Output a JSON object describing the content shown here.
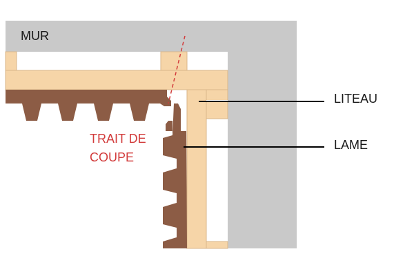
{
  "labels": {
    "wall": "MUR",
    "batten": "LITEAU",
    "board": "LAME",
    "cut_line_1": "TRAIT DE",
    "cut_line_2": "COUPE"
  },
  "colors": {
    "wall": "#c9c9c9",
    "batten": "#f6d5a8",
    "batten_edge": "#d9b68a",
    "board": "#8c5c45",
    "cut_line": "#d23c3c",
    "text": "#1a1a1a",
    "leader": "#000000",
    "background": "#ffffff"
  }
}
